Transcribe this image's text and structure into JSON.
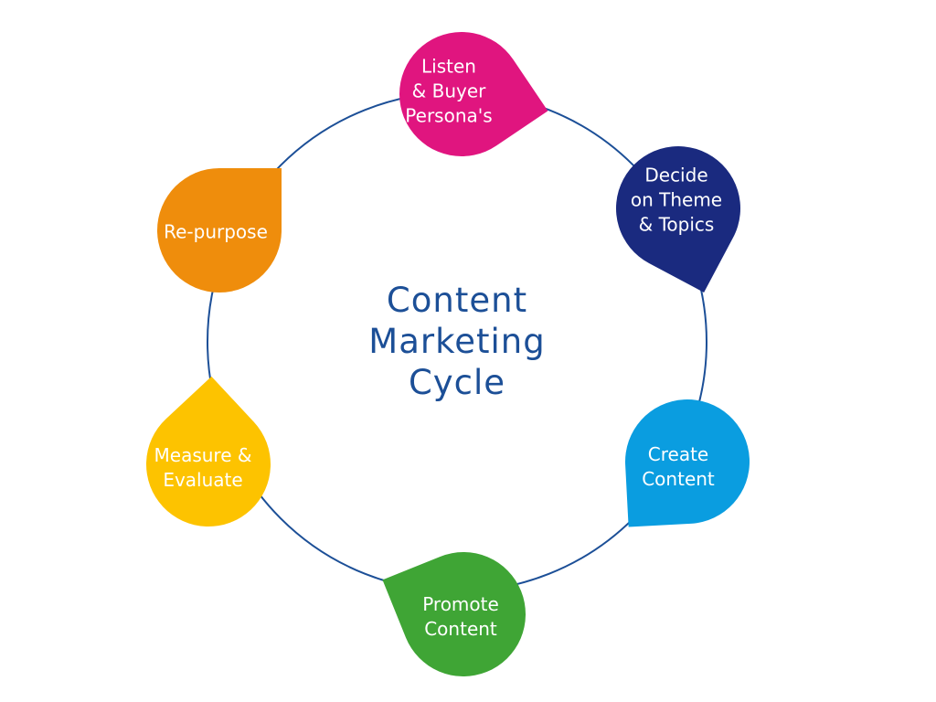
{
  "title": {
    "line1": "Content",
    "line2": "Marketing",
    "line3": "Cycle"
  },
  "steps": [
    {
      "lines": [
        "Listen",
        "& Buyer",
        "Persona's"
      ],
      "color": "#e0157f"
    },
    {
      "lines": [
        "Decide",
        "on Theme",
        "& Topics"
      ],
      "color": "#1a2a7f"
    },
    {
      "lines": [
        "Create",
        "Content"
      ],
      "color": "#0a9de0"
    },
    {
      "lines": [
        "Promote",
        "Content"
      ],
      "color": "#3fa535"
    },
    {
      "lines": [
        "Measure &",
        "Evaluate"
      ],
      "color": "#fdc300"
    },
    {
      "lines": [
        "Re-purpose"
      ],
      "color": "#ef8d0c"
    }
  ]
}
